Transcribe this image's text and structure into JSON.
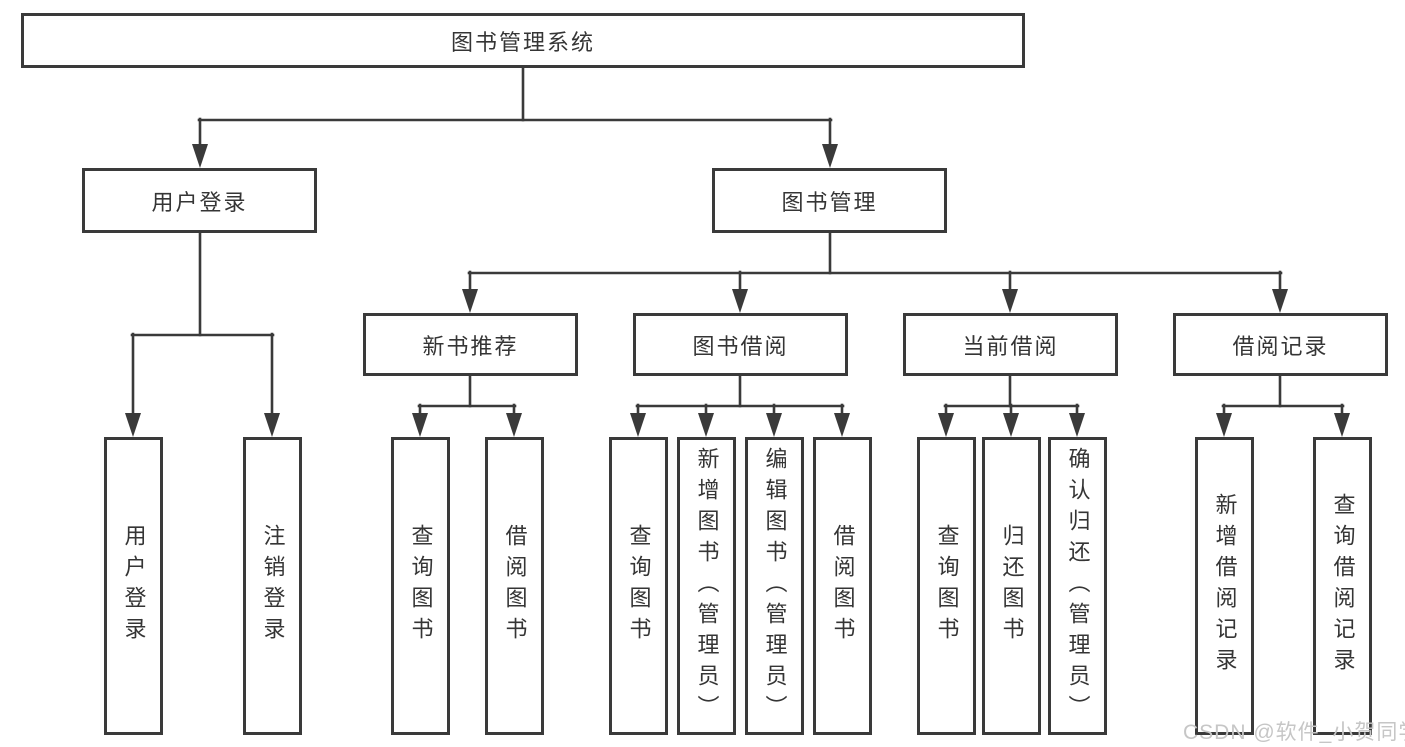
{
  "tree": {
    "label": "图书管理系统",
    "children": [
      {
        "label": "用户登录",
        "children": [
          {
            "label": "用户登录"
          },
          {
            "label": "注销登录"
          }
        ]
      },
      {
        "label": "图书管理",
        "children": [
          {
            "label": "新书推荐",
            "children": [
              {
                "label": "查询图书"
              },
              {
                "label": "借阅图书"
              }
            ]
          },
          {
            "label": "图书借阅",
            "children": [
              {
                "label": "查询图书"
              },
              {
                "label": "新增图书（管理员）"
              },
              {
                "label": "编辑图书（管理员）"
              },
              {
                "label": "借阅图书"
              }
            ]
          },
          {
            "label": "当前借阅",
            "children": [
              {
                "label": "查询图书"
              },
              {
                "label": "归还图书"
              },
              {
                "label": "确认归还（管理员）"
              }
            ]
          },
          {
            "label": "借阅记录",
            "children": [
              {
                "label": "新增借阅记录"
              },
              {
                "label": "查询借阅记录"
              }
            ]
          }
        ]
      }
    ]
  },
  "watermark": "CSDN @软件_小贺同学",
  "colors": {
    "line": "#3a3a3a",
    "text": "#353535",
    "watermark": "#c6c6c6",
    "background": "#ffffff"
  }
}
